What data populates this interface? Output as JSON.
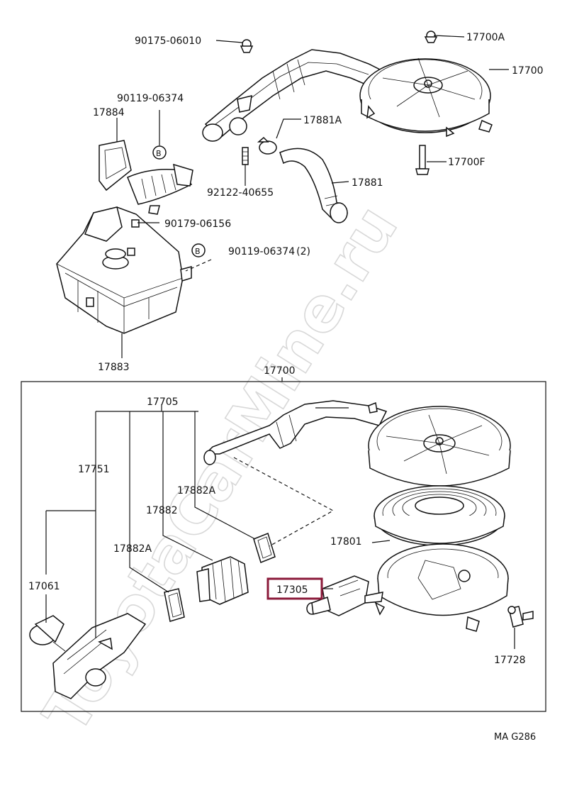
{
  "labels": {
    "p90175": "90175-06010",
    "p17700A": "17700A",
    "p17700_top": "17700",
    "p90119_a": "90119-06374",
    "p17884": "17884",
    "p17881A": "17881A",
    "p17700F": "17700F",
    "p92122": "92122-40655",
    "p17881": "17881",
    "p90179": "90179-06156",
    "p90119_b": "90119-06374",
    "p90119_b_qty": "(2)",
    "p17883": "17883",
    "p17700_box": "17700",
    "p17705": "17705",
    "p17751": "17751",
    "p17882A_a": "17882A",
    "p17882": "17882",
    "p17882A_b": "17882A",
    "p17801": "17801",
    "p17061": "17061",
    "p17305": "17305",
    "p17728": "17728",
    "ref_mark_1": "B",
    "ref_mark_2": "B"
  },
  "figure_code": "MA G286",
  "watermark": "ToyotaCarMine.ru",
  "highlight_color": "#8b1a3a"
}
